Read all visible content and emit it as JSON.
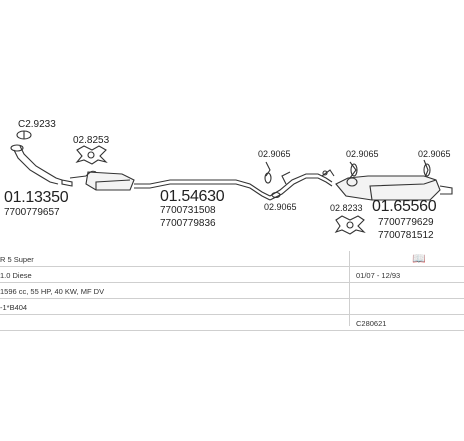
{
  "parts": [
    {
      "code": "C2.9233"
    },
    {
      "code": "02.8253"
    },
    {
      "code": "01.13350",
      "ref": "7700779657"
    },
    {
      "code": "01.54630",
      "refs": [
        "7700731508",
        "7700779836"
      ]
    },
    {
      "code": "02.9065"
    },
    {
      "code": "02.9065"
    },
    {
      "code": "02.9065"
    },
    {
      "code": "02.9065"
    },
    {
      "code": "02.8233"
    },
    {
      "code": "01.65560",
      "refs": [
        "7700779629",
        "7700781512"
      ]
    }
  ],
  "info_rows": [
    {
      "left": "R 5 Super",
      "right": ""
    },
    {
      "left": "1.0 Diese",
      "right": "01/07 - 12/93"
    },
    {
      "left": "1596 cc, 55 HP, 40 KW, MF DV",
      "right": ""
    },
    {
      "left": "-1*B404",
      "right": ""
    },
    {
      "left": "",
      "right": "C280621"
    }
  ],
  "icons": [
    "manual-icon"
  ]
}
